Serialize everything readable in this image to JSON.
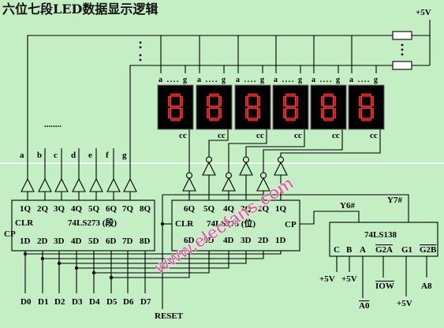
{
  "title": "六位七段LED数据显示逻辑",
  "supply_label": "+5V",
  "displays": [
    {
      "pins_label": "a .... g",
      "common_label": "cc"
    },
    {
      "pins_label": "a .... g",
      "common_label": "cc"
    },
    {
      "pins_label": "a .... g",
      "common_label": "cc"
    },
    {
      "pins_label": "a .... g",
      "common_label": "cc"
    },
    {
      "pins_label": "a .... g",
      "common_label": "cc"
    },
    {
      "pins_label": "a .... g",
      "common_label": "cc"
    }
  ],
  "segment_bus": {
    "labels": [
      "a",
      "b",
      "c",
      "d",
      "e",
      "f",
      "g"
    ],
    "ellipsis": "........"
  },
  "latch_segment": {
    "name": "74LS273 (段)",
    "clr": "CLR",
    "cp": "CP",
    "q_pins": [
      "1Q",
      "2Q",
      "3Q",
      "4Q",
      "5Q",
      "6Q",
      "7Q",
      "8Q"
    ],
    "d_pins": [
      "1D",
      "2D",
      "3D",
      "4D",
      "5D",
      "6D",
      "7D",
      "8D"
    ]
  },
  "latch_digit": {
    "name": "74LS273 (位)",
    "clr": "CLR",
    "cp": "CP",
    "q_pins": [
      "6Q",
      "5Q",
      "4Q",
      "3Q",
      "2Q",
      "1Q"
    ],
    "d_pins": [
      "6D",
      "5D",
      "4D",
      "3D",
      "2D",
      "1D"
    ]
  },
  "decoder": {
    "name": "74LS138",
    "pins": [
      "C",
      "B",
      "A",
      "G2A",
      "G1",
      "G2B"
    ],
    "y6": "Y6#",
    "y7": "Y7#",
    "inputs": {
      "c": "+5V",
      "b": "+5V",
      "a": "A0",
      "g2a": "IOW",
      "g1": "+5V",
      "g2b": "A8"
    }
  },
  "data_bus": [
    "D0",
    "D1",
    "D2",
    "D3",
    "D4",
    "D5",
    "D6",
    "D7"
  ],
  "reset": "RESET",
  "watermark": "www.elecfans.com",
  "colors": {
    "background": "#c4eec4",
    "display_body": "#000000",
    "segment": "#d81414",
    "watermark": "#e0579c"
  }
}
